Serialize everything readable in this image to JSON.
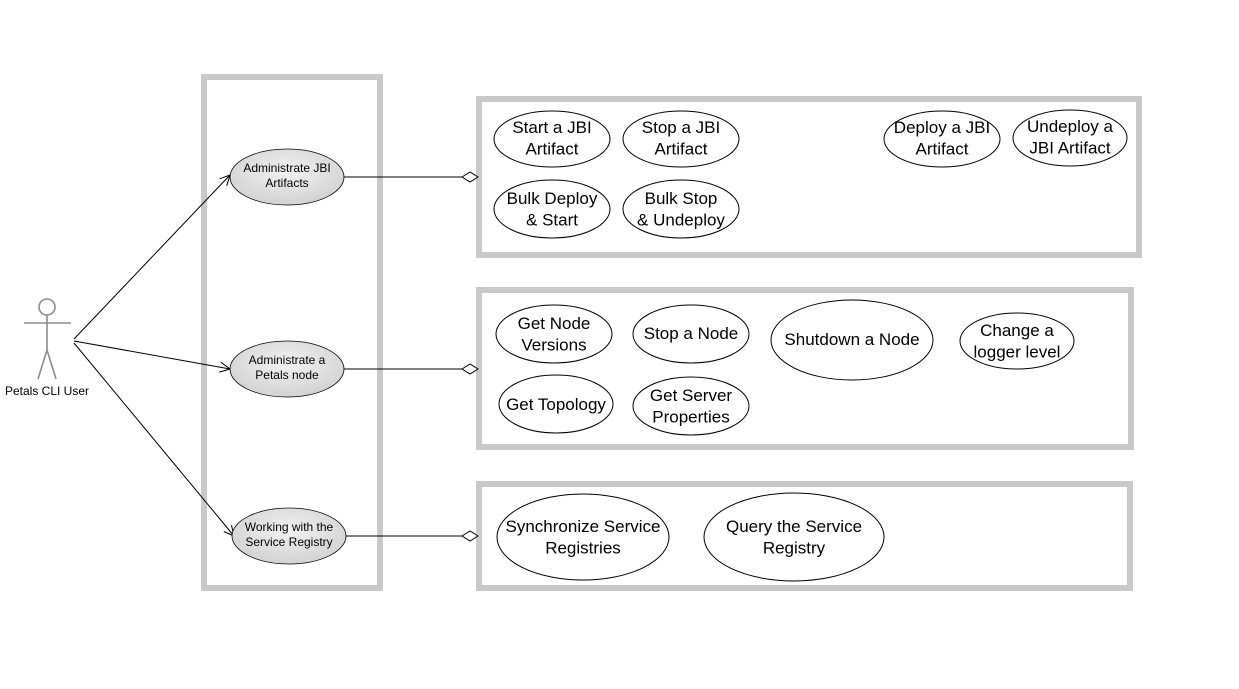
{
  "actor": {
    "label": "Petals CLI User"
  },
  "categories": [
    {
      "id": "jbi",
      "label": "Administrate JBI\nArtifacts"
    },
    {
      "id": "node",
      "label": "Administrate a\nPetals node"
    },
    {
      "id": "registry",
      "label": "Working with the\nService Registry"
    }
  ],
  "use_cases": {
    "jbi": [
      "Start a JBI\nArtifact",
      "Stop a JBI\nArtifact",
      "Deploy a JBI\nArtifact",
      "Undeploy a\nJBI Artifact",
      "Bulk Deploy\n& Start",
      "Bulk Stop\n& Undeploy"
    ],
    "node": [
      "Get Node\nVersions",
      "Stop a Node",
      "Shutdown a Node",
      "Change a\nlogger level",
      "Get Topology",
      "Get Server\nProperties"
    ],
    "registry": [
      "Synchronize Service\nRegistries",
      "Query the Service\nRegistry"
    ]
  }
}
